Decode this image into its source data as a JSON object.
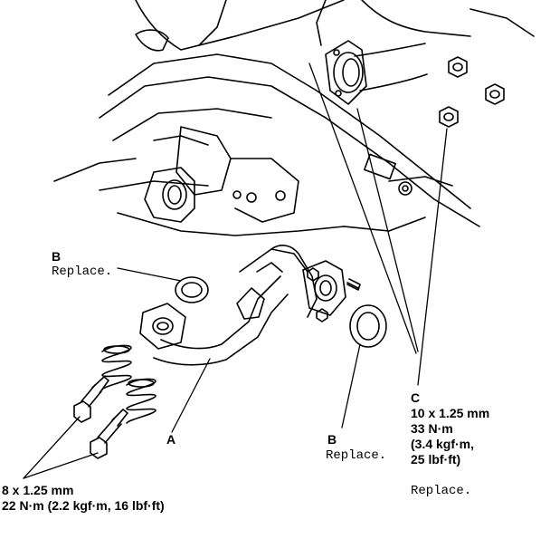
{
  "labels": {
    "b_upper_letter": "B",
    "b_upper_note": "Replace.",
    "a_letter": "A",
    "b_lower_letter": "B",
    "b_lower_note": "Replace.",
    "c_letter": "C",
    "c_size": "10 x 1.25 mm",
    "c_torque_nm": "33 N·m",
    "c_torque_kgf": "(3.4 kgf·m,",
    "c_torque_lbf": "25 lbf·ft)",
    "c_note": "Replace.",
    "bolt_size": "8 x 1.25 mm",
    "bolt_torque": "22 N·m (2.2 kgf·m, 16 lbf·ft)"
  }
}
